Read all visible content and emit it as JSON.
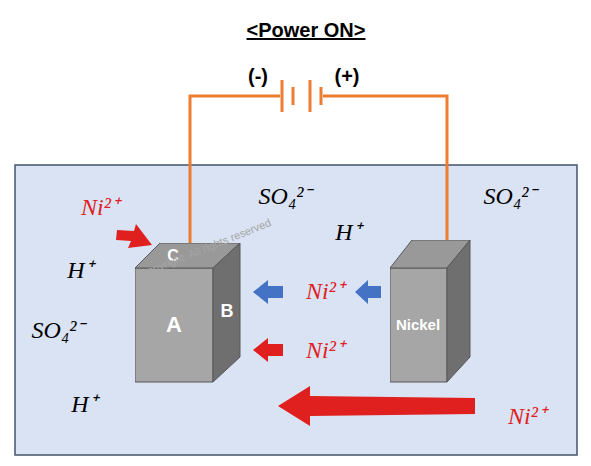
{
  "diagram": {
    "title": "<Power ON>",
    "nodes": [
      {
        "text": [
          "A",
          "B",
          "C"
        ]
      },
      {
        "text": [
          "Nickel"
        ]
      }
    ],
    "labels": [
      "(-)",
      "(+)",
      "Ni²⁺",
      "SO₄²⁻",
      "SO₄²⁻",
      "H⁺",
      "H⁺",
      "Ni²⁺",
      "SO₄²⁻",
      "Ni²⁺",
      "H⁺",
      "Ni²⁺",
      "Copyright. All rights reserved"
    ]
  }
}
